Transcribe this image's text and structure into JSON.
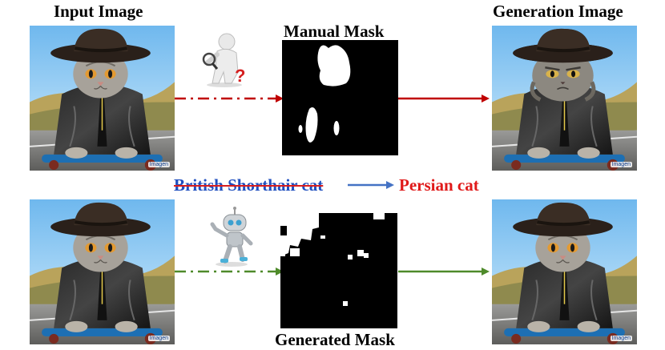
{
  "headers": {
    "input": "Input Image",
    "manual_mask": "Manual Mask",
    "generation": "Generation Image",
    "generated_mask": "Generated Mask"
  },
  "prompt": {
    "source": "British Shorthair cat",
    "target": "Persian cat"
  },
  "watermark": "Imagen",
  "colors": {
    "manual_path": "#c00000",
    "auto_path": "#4e8a2a",
    "prompt_arrow": "#4472c4",
    "target_text": "#e01a1a",
    "source_text": "#1f4fbf"
  },
  "icons": {
    "manual_agent": "human-magnifier-question-icon",
    "auto_agent": "robot-icon"
  }
}
